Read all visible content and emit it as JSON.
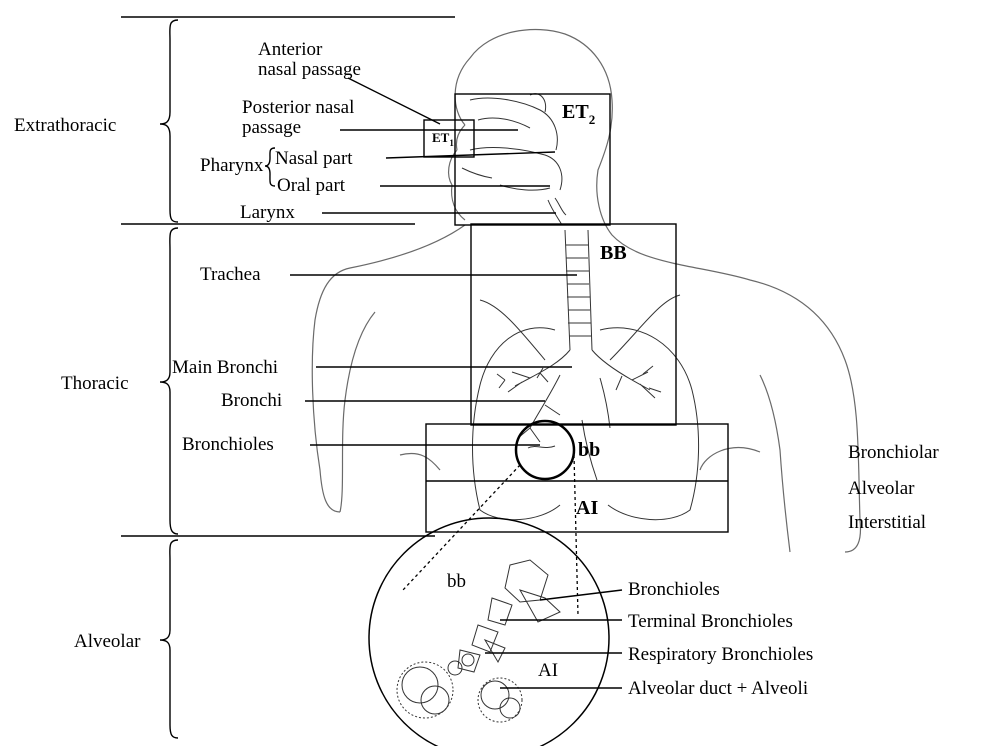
{
  "regions": {
    "extrathoracic": "Extrathoracic",
    "thoracic": "Thoracic",
    "alveolar": "Alveolar"
  },
  "anatomy_labels": {
    "anterior_nasal_l1": "Anterior",
    "anterior_nasal_l2": "nasal passage",
    "posterior_nasal_l1": "Posterior nasal",
    "posterior_nasal_l2": "passage",
    "pharynx": "Pharynx",
    "nasal_part": "Nasal part",
    "oral_part": "Oral part",
    "larynx": "Larynx",
    "trachea": "Trachea",
    "main_bronchi": "Main Bronchi",
    "bronchi": "Bronchi",
    "bronchioles": "Bronchioles"
  },
  "compartments": {
    "et1_main": "ET",
    "et1_sub": "1",
    "et2_main": "ET",
    "et2_sub": "2",
    "bb_upper": "BB",
    "bb_lower": "bb",
    "ai": "AI"
  },
  "right_legend": {
    "bronchiolar": "Bronchiolar",
    "alveolar": "Alveolar",
    "interstitial": "Interstitial"
  },
  "inset": {
    "bb": "bb",
    "ai": "AI",
    "labels": [
      "Bronchioles",
      "Terminal Bronchioles",
      "Respiratory Bronchioles",
      "Alveolar duct + Alveoli"
    ]
  }
}
